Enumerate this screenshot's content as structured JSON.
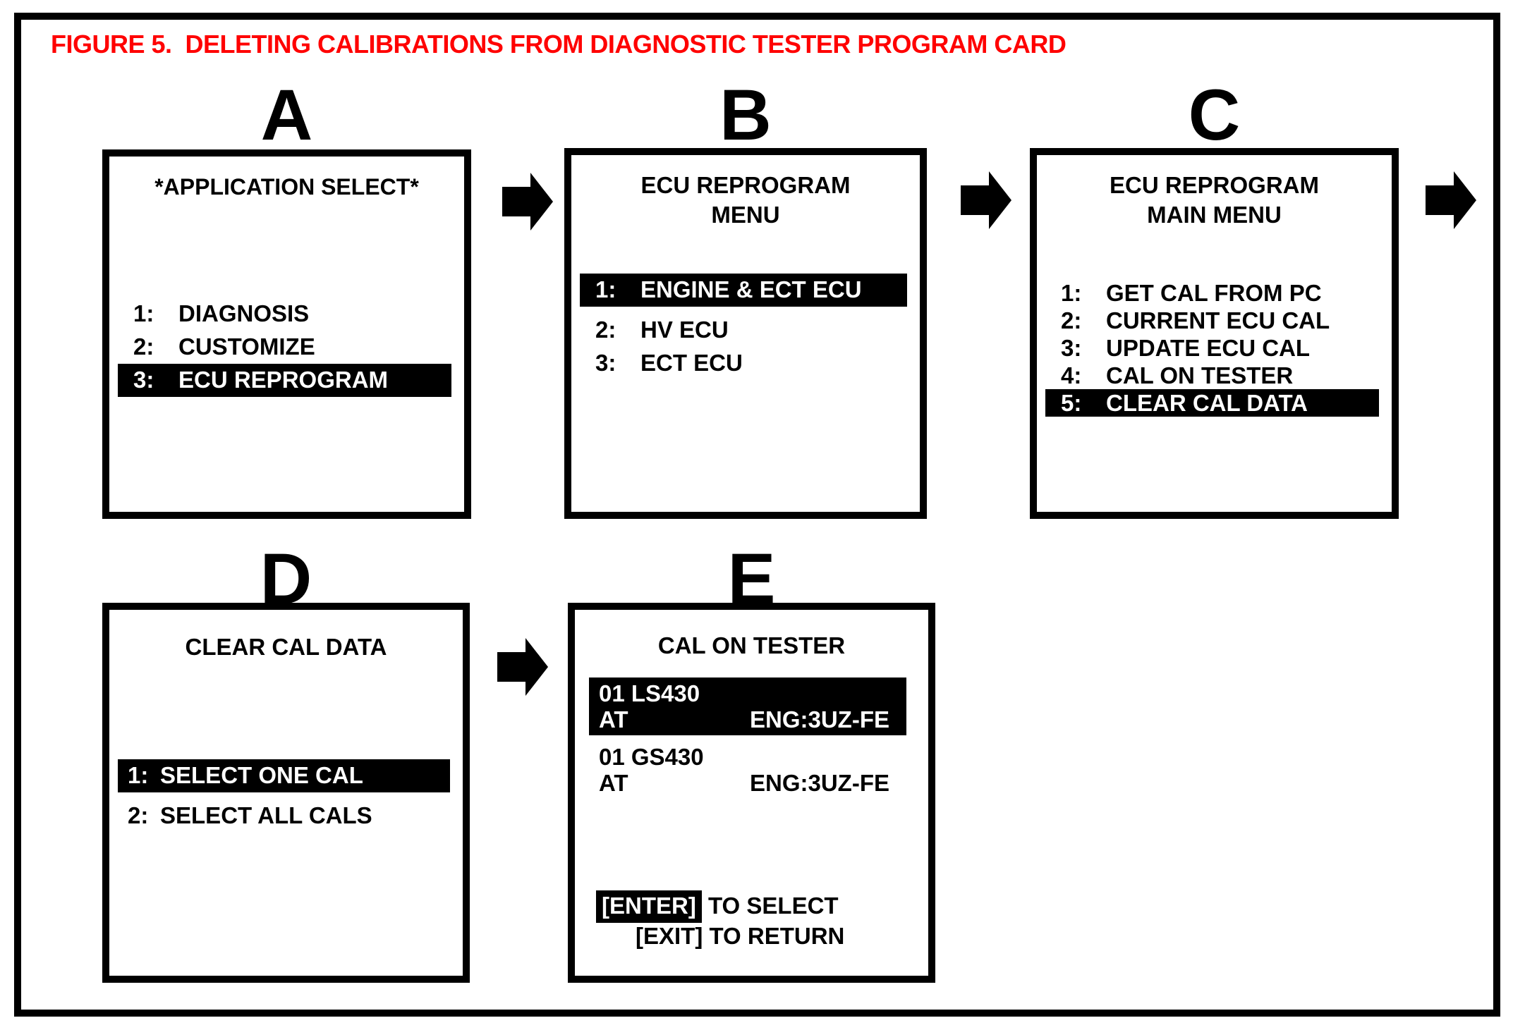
{
  "figure_title": "FIGURE 5.  DELETING CALIBRATIONS FROM DIAGNOSTIC TESTER PROGRAM CARD",
  "colors": {
    "title_red": "#ff0000",
    "highlight_bg": "#000000",
    "highlight_text": "#ffffff"
  },
  "panels": {
    "A": {
      "label": "A",
      "title_lines": [
        "*APPLICATION SELECT*"
      ],
      "items": [
        {
          "num": "1:",
          "text": "DIAGNOSIS"
        },
        {
          "num": "2:",
          "text": "CUSTOMIZE"
        },
        {
          "num": "3:",
          "text": "ECU REPROGRAM",
          "highlighted": true
        }
      ]
    },
    "B": {
      "label": "B",
      "title_lines": [
        "ECU REPROGRAM",
        "MENU"
      ],
      "items": [
        {
          "num": "1:",
          "text": "ENGINE & ECT ECU",
          "highlighted": true
        },
        {
          "num": "2:",
          "text": "HV ECU"
        },
        {
          "num": "3:",
          "text": "ECT ECU"
        }
      ]
    },
    "C": {
      "label": "C",
      "title_lines": [
        "ECU REPROGRAM",
        "MAIN MENU"
      ],
      "items": [
        {
          "num": "1:",
          "text": "GET CAL FROM PC"
        },
        {
          "num": "2:",
          "text": "CURRENT ECU CAL"
        },
        {
          "num": "3:",
          "text": "UPDATE ECU CAL"
        },
        {
          "num": "4:",
          "text": "CAL ON TESTER"
        },
        {
          "num": "5:",
          "text": "CLEAR CAL DATA",
          "highlighted": true
        }
      ]
    },
    "D": {
      "label": "D",
      "title_lines": [
        "CLEAR CAL DATA"
      ],
      "items": [
        {
          "num": "1:",
          "text": "SELECT ONE CAL",
          "highlighted": true
        },
        {
          "num": "2:",
          "text": "SELECT ALL CALS"
        }
      ]
    },
    "E": {
      "label": "E",
      "title_lines": [
        "CAL ON TESTER"
      ],
      "entries": [
        {
          "line1": "01 LS430",
          "at": "AT",
          "eng": "ENG:3UZ-FE",
          "highlighted": true
        },
        {
          "line1": "01 GS430",
          "at": "AT",
          "eng": "ENG:3UZ-FE"
        }
      ],
      "footer": {
        "enter_key": "[ENTER]",
        "enter_rest": " TO SELECT",
        "exit_key": "[EXIT]",
        "exit_rest": " TO RETURN"
      }
    }
  }
}
